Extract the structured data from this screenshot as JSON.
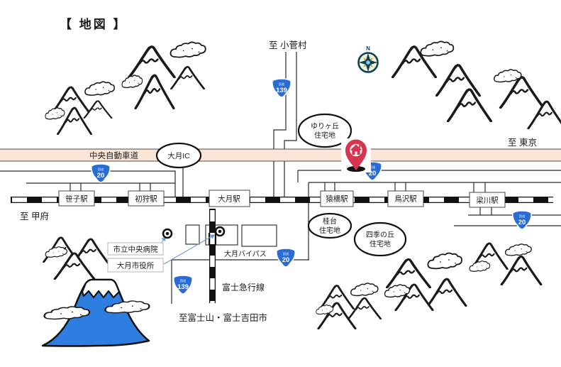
{
  "title": "【  地図  】",
  "compass": {
    "north_label": "N"
  },
  "directions": {
    "north": "至  小菅村",
    "east": "至  東京",
    "west": "至  甲府",
    "south": "至富士山・富士吉田市"
  },
  "expressway": {
    "name": "中央自動車道",
    "interchange": "大月IC"
  },
  "jr_line": {
    "stations": [
      "笹子駅",
      "初狩駅",
      "大月駅",
      "猿橋駅",
      "鳥沢駅",
      "梁川駅"
    ]
  },
  "fujikyu_line": {
    "name": "富士急行線"
  },
  "bypass": {
    "name": "大月バイパス"
  },
  "routes": {
    "caption": "国道",
    "north": "139",
    "west": "20",
    "east": "20",
    "southeast": "20",
    "bypass": "20",
    "south": "139"
  },
  "residential_areas": [
    {
      "line1": "ゆりヶ丘",
      "line2": "住宅地"
    },
    {
      "line1": "桂台",
      "line2": "住宅地"
    },
    {
      "line1": "四季の丘",
      "line2": "住宅地"
    }
  ],
  "facilities": [
    {
      "name": "市立中央病院"
    },
    {
      "name": "大月市役所"
    }
  ],
  "icons": {
    "pin": "home-location-pin",
    "compass": "compass-rose",
    "facility_marker": "double-circle-marker"
  },
  "colors": {
    "expressway_band": "#fbe5d6",
    "route_shield_blue": "#2a6cd5",
    "pin_red": "#d6344f",
    "fuji_blue": "#2e7de0",
    "callout_blue": "#6b9bd2",
    "compass_dark": "#123f52"
  }
}
